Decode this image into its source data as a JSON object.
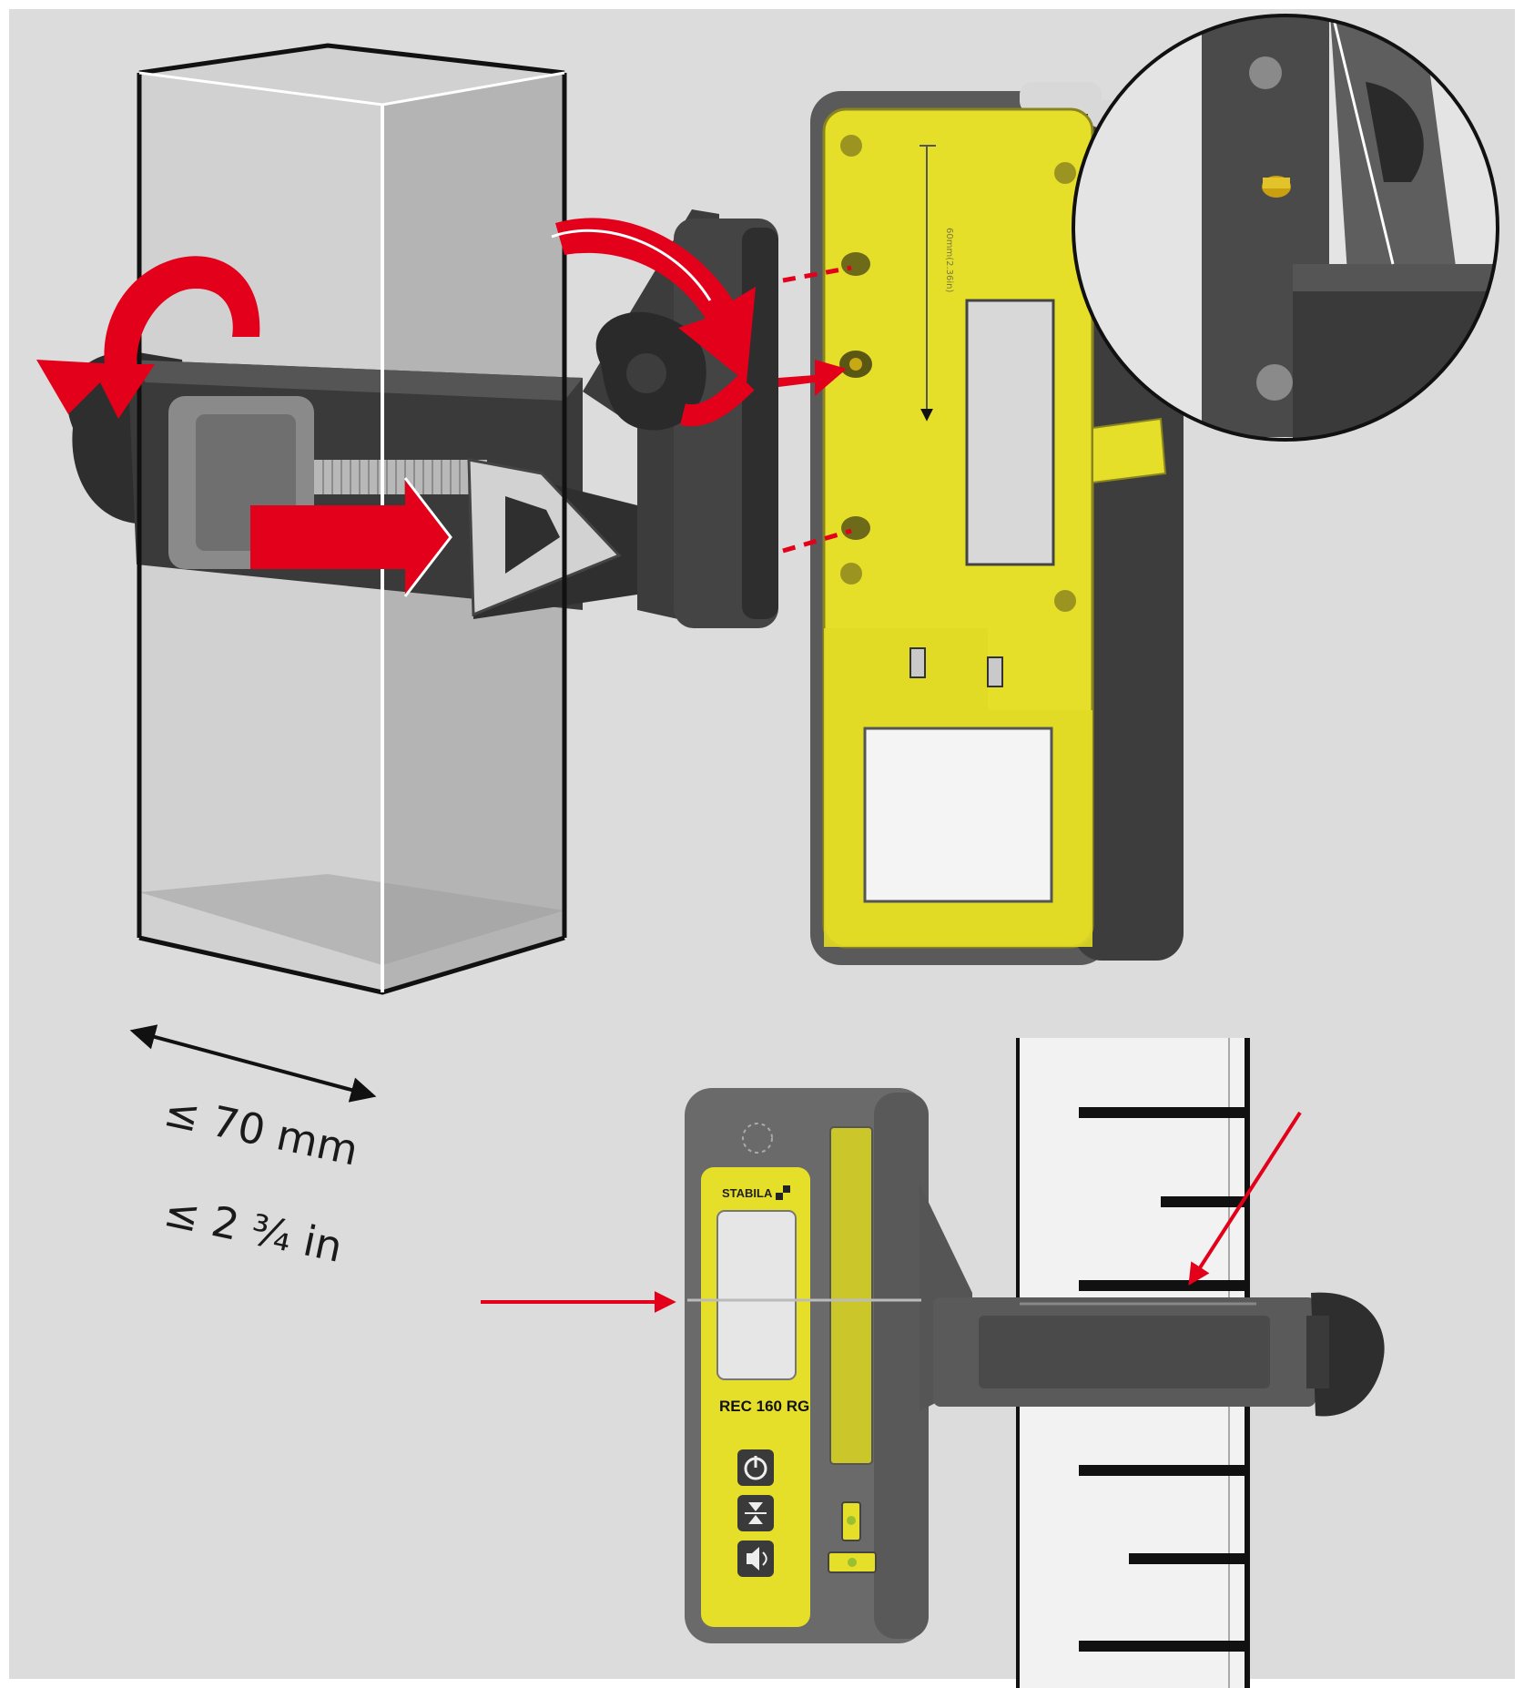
{
  "dimension": {
    "metric": "≤ 70 mm",
    "imperial": "≤ 2 ³⁄₄ in"
  },
  "receiver": {
    "brand": "STABILA",
    "model": "REC 160 RG"
  },
  "bracket_mark": "60mm(2.36in)",
  "colors": {
    "background": "#dcdcdc",
    "accent_red": "#e3001b",
    "brand_yellow": "#e6df2a",
    "dark_gray": "#3a3a3a"
  },
  "icons": [
    "power-icon",
    "precision-icon",
    "speaker-icon",
    "bubble-level-icon"
  ]
}
